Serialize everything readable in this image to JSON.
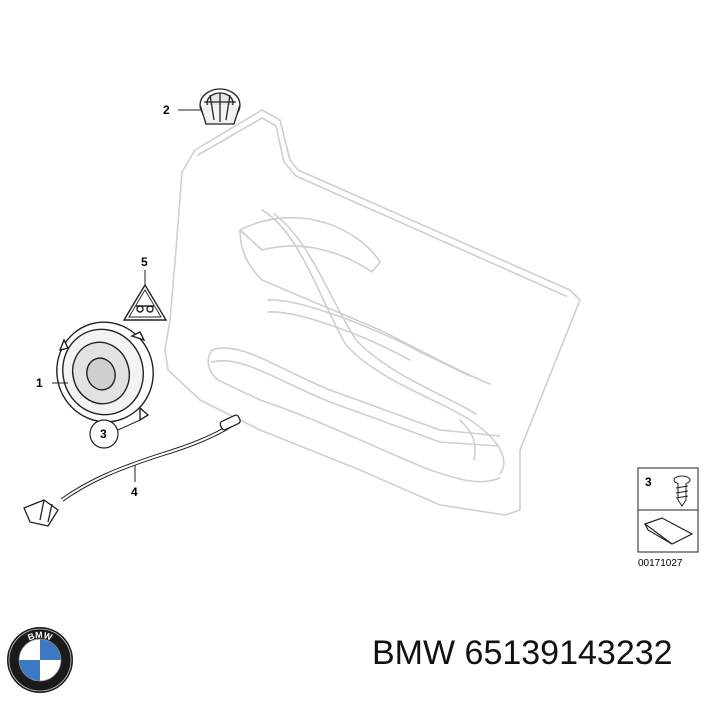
{
  "callouts": {
    "c1": "1",
    "c2": "2",
    "c3": "3",
    "c4": "4",
    "c5": "5"
  },
  "legend": {
    "item_number": "3",
    "diagram_number": "00171027"
  },
  "caption": {
    "brand": "BMW",
    "part_number": "65139143232"
  },
  "logo": {
    "text": "BMW",
    "colors": {
      "ring": "#1a1a1a",
      "blue": "#3b79c4",
      "white": "#ffffff"
    }
  },
  "colors": {
    "line": "#222222",
    "panel_line": "#cfcfcf"
  }
}
